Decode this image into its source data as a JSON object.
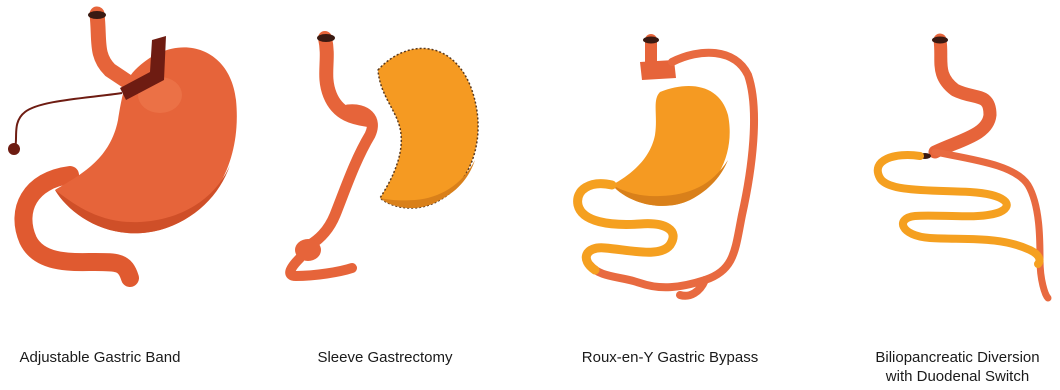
{
  "colors": {
    "stomach_orange": "#e6643a",
    "stomach_shade": "#cf4f28",
    "intestine": "#e96f45",
    "removed_or_bypassed": "#f59a22",
    "band": "#6e1c12"
  },
  "procedures": [
    {
      "id": "adjustable-gastric-band",
      "label_line1": "Adjustable Gastric Band",
      "label_line2": ""
    },
    {
      "id": "sleeve-gastrectomy",
      "label_line1": "Sleeve Gastrectomy",
      "label_line2": ""
    },
    {
      "id": "roux-en-y-gastric-bypass",
      "label_line1": "Roux-en-Y Gastric Bypass",
      "label_line2": ""
    },
    {
      "id": "biliopancreatic-diversion",
      "label_line1": "Biliopancreatic Diversion",
      "label_line2": "with Duodenal Switch"
    }
  ]
}
